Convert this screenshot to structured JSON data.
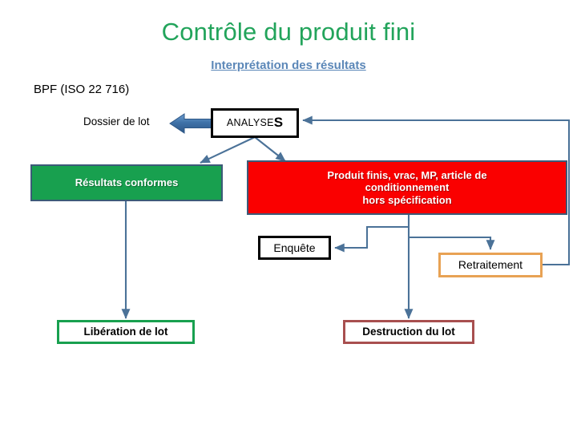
{
  "slide": {
    "title": "Contrôle du produit fini",
    "subtitle": "Interprétation des résultats",
    "standard_label": "BPF (ISO 22 716)"
  },
  "nodes": {
    "dossier": {
      "label": "Dossier de lot"
    },
    "analyses": {
      "label_main": "ANALYSE",
      "label_tail": "S",
      "full_label": "ANALYSES"
    },
    "conformes": {
      "label": "Résultats conformes"
    },
    "hors_spec": {
      "line1": "Produit finis, vrac, MP, article de",
      "line2": "conditionnement",
      "line3": "hors spécification"
    },
    "enquete": {
      "label": "Enquête"
    },
    "retraitement": {
      "label": "Retraitement"
    },
    "liberation": {
      "label": "Libération de lot"
    },
    "destruction": {
      "label": "Destruction du lot"
    }
  },
  "colors": {
    "title_green": "#22a45b",
    "subtitle_blue": "#5b87b8",
    "connector_blue": "#4b7298",
    "green_fill": "#18a04f",
    "red_fill": "#fa0000",
    "box_border_slate": "#3c5a78",
    "orange_border": "#e8a254",
    "maroon_border": "#a84f4f",
    "black": "#000000",
    "arrow_blue": "#3f72a8"
  }
}
